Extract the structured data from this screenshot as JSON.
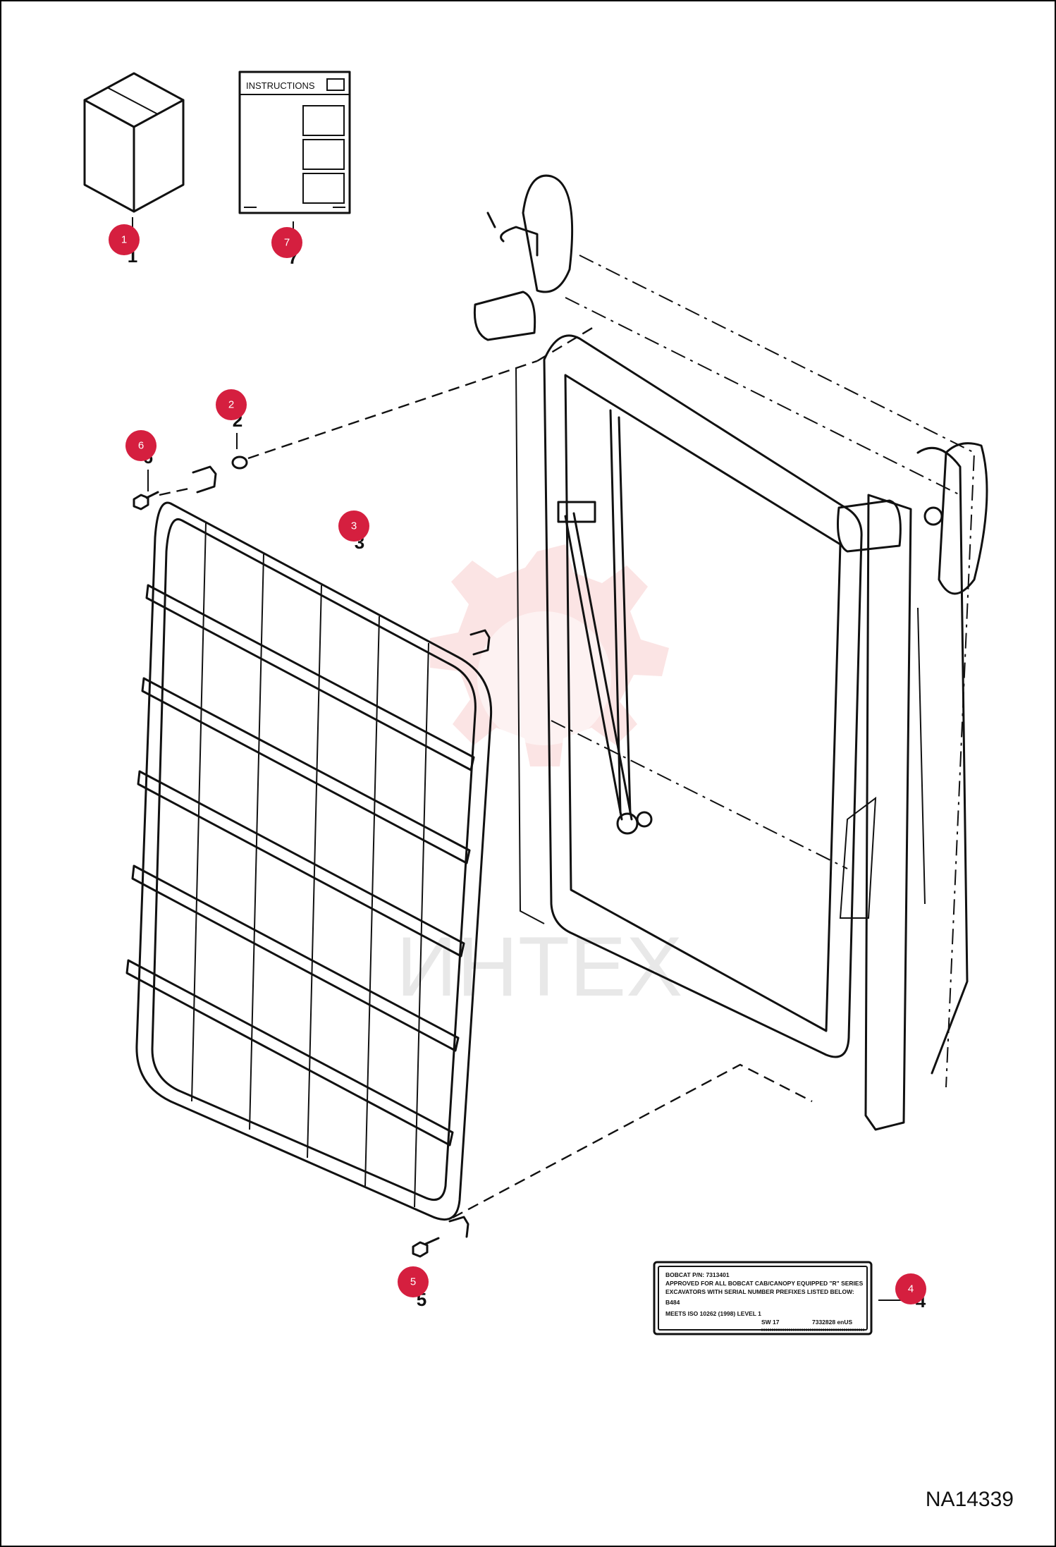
{
  "instructions": {
    "header": "INSTRUCTIONS"
  },
  "decal": {
    "line1": "BOBCAT P/N: 7313401",
    "line2": "APPROVED FOR ALL BOBCAT CAB/CANOPY EQUIPPED \"R\" SERIES",
    "line3": "EXCAVATORS WITH SERIAL NUMBER PREFIXES LISTED BELOW:",
    "line4": "B484",
    "line5": "MEETS ISO 10262 (1998) LEVEL 1",
    "code_left": "SW 17",
    "code_right": "7332828 enUS"
  },
  "callouts": [
    {
      "id": "1",
      "number": "1"
    },
    {
      "id": "2",
      "number": "2"
    },
    {
      "id": "3",
      "number": "3"
    },
    {
      "id": "4",
      "number": "4"
    },
    {
      "id": "5",
      "number": "5"
    },
    {
      "id": "6",
      "number": "6"
    },
    {
      "id": "7",
      "number": "7"
    }
  ],
  "watermark": {
    "text": "ИНТЕХ"
  },
  "drawing_id": "NA14339",
  "colors": {
    "callout": "#d51f3f",
    "line": "#111111",
    "watermark": "#e86a6a"
  }
}
